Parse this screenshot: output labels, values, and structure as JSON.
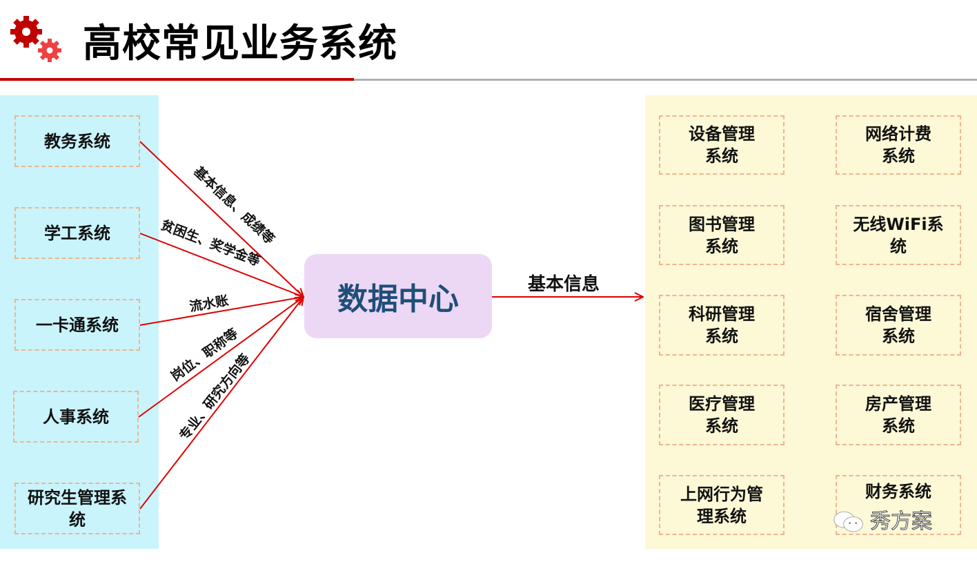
{
  "header": {
    "title": "高校常见业务系统"
  },
  "left_systems": [
    "教务系统",
    "学工系统",
    "一卡通系统",
    "人事系统",
    "研究生管理系统"
  ],
  "flows": [
    "基本信息、成绩等",
    "贫困生、奖学金等",
    "流水账",
    "岗位、职称等",
    "专业、研究方向等"
  ],
  "center": {
    "label": "数据中心"
  },
  "output_flow": {
    "label": "基本信息"
  },
  "right_systems": [
    [
      "设备管理系统",
      "网络计费系统"
    ],
    [
      "图书管理系统",
      "无线WiFi系统"
    ],
    [
      "科研管理系统",
      "宿舍管理系统"
    ],
    [
      "医疗管理系统",
      "房产管理系统"
    ],
    [
      "上网行为管理系统",
      "财务系统"
    ]
  ],
  "watermark": "秀方案",
  "colors": {
    "accent": "#c00000",
    "arrow": "#e00000",
    "left_bg": "#c9f4fc",
    "right_bg": "#fdf8d6",
    "center_bg": "#ecd8f4",
    "center_text": "#1f4e79"
  }
}
